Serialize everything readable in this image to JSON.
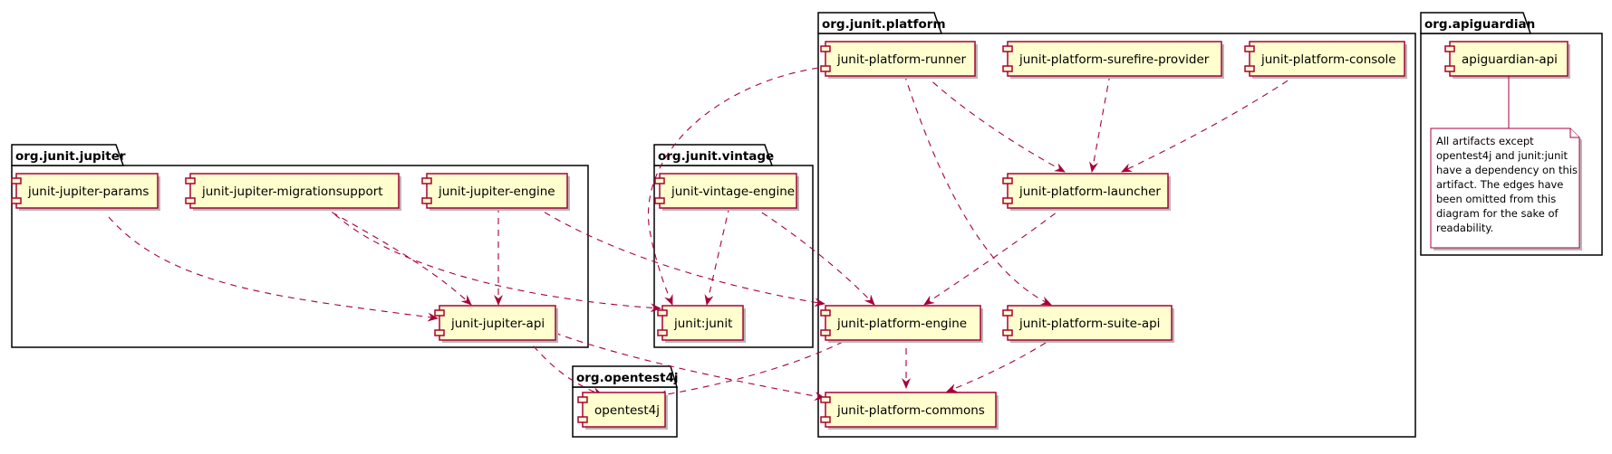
{
  "packages": [
    {
      "id": "jupiter",
      "name": "org.junit.jupiter"
    },
    {
      "id": "vintage",
      "name": "org.junit.vintage"
    },
    {
      "id": "platform",
      "name": "org.junit.platform"
    },
    {
      "id": "apiguardian_pkg",
      "name": "org.apiguardian"
    },
    {
      "id": "opentest4j_pkg",
      "name": "org.opentest4j"
    }
  ],
  "components": {
    "jupiter_params": "junit-jupiter-params",
    "jupiter_migrationsupport": "junit-jupiter-migrationsupport",
    "jupiter_engine": "junit-jupiter-engine",
    "jupiter_api": "junit-jupiter-api",
    "vintage_engine": "junit-vintage-engine",
    "junit_junit": "junit:junit",
    "platform_runner": "junit-platform-runner",
    "platform_surefire": "junit-platform-surefire-provider",
    "platform_console": "junit-platform-console",
    "platform_launcher": "junit-platform-launcher",
    "platform_engine": "junit-platform-engine",
    "platform_suite_api": "junit-platform-suite-api",
    "platform_commons": "junit-platform-commons",
    "apiguardian_api": "apiguardian-api",
    "opentest4j": "opentest4j"
  },
  "note": {
    "lines": [
      "All artifacts except",
      "opentest4j and junit:junit",
      "have a dependency on this",
      "artifact. The edges have",
      "been omitted from this",
      "diagram for the sake of",
      "readability."
    ]
  },
  "dependencies": [
    {
      "from": "jupiter_params",
      "to": "jupiter_api"
    },
    {
      "from": "jupiter_migrationsupport",
      "to": "jupiter_api"
    },
    {
      "from": "jupiter_migrationsupport",
      "to": "junit_junit"
    },
    {
      "from": "jupiter_engine",
      "to": "jupiter_api"
    },
    {
      "from": "jupiter_engine",
      "to": "platform_engine"
    },
    {
      "from": "jupiter_api",
      "to": "opentest4j"
    },
    {
      "from": "jupiter_api",
      "to": "platform_commons"
    },
    {
      "from": "vintage_engine",
      "to": "junit_junit"
    },
    {
      "from": "vintage_engine",
      "to": "platform_engine"
    },
    {
      "from": "platform_runner",
      "to": "junit_junit"
    },
    {
      "from": "platform_runner",
      "to": "platform_launcher"
    },
    {
      "from": "platform_runner",
      "to": "platform_suite_api"
    },
    {
      "from": "platform_surefire",
      "to": "platform_launcher"
    },
    {
      "from": "platform_console",
      "to": "platform_launcher"
    },
    {
      "from": "platform_launcher",
      "to": "platform_engine"
    },
    {
      "from": "platform_engine",
      "to": "opentest4j"
    },
    {
      "from": "platform_engine",
      "to": "platform_commons"
    },
    {
      "from": "platform_suite_api",
      "to": "platform_commons"
    }
  ],
  "colors": {
    "component_fill": "#fefece",
    "component_border": "#a80036",
    "edge": "#a80036",
    "package_border": "#000000"
  }
}
